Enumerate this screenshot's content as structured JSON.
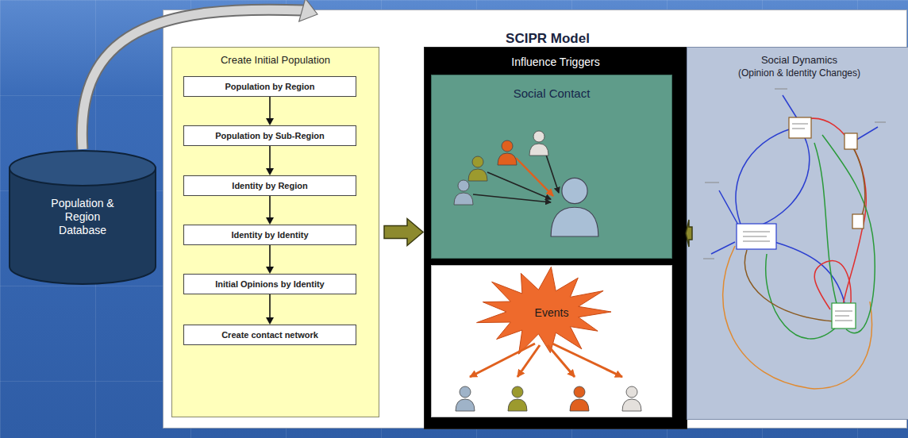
{
  "diagram": {
    "nodes": [
      {
        "text": [
          "Population & Region Database"
        ]
      },
      {
        "text": [
          "SCIPR Model"
        ]
      },
      {
        "text": [
          "Create Initial Population"
        ],
        "in": 1
      },
      {
        "text": [
          "Population by Region"
        ],
        "in": 2
      },
      {
        "text": [
          "Population by Sub-Region"
        ],
        "in": 2
      },
      {
        "text": [
          "Identity by Region"
        ],
        "in": 2
      },
      {
        "text": [
          "Identity by Identity"
        ],
        "in": 2
      },
      {
        "text": [
          "Initial Opinions by Identity"
        ],
        "in": 2
      },
      {
        "text": [
          "Create contact network"
        ],
        "in": 2
      },
      {
        "text": [
          "Influence Triggers"
        ],
        "in": 1
      },
      {
        "text": [
          "Social Contact"
        ],
        "in": 9
      },
      {
        "text": [
          "Events"
        ],
        "in": 9
      },
      {
        "text": [
          "Social Dynamics",
          "(Opinion & Identity Changes)"
        ],
        "in": 1
      }
    ],
    "edges": [
      {
        "from": 0,
        "to": 1,
        "arrow": "to"
      },
      {
        "from": 3,
        "to": 4,
        "arrow": "to"
      },
      {
        "from": 4,
        "to": 5,
        "arrow": "to"
      },
      {
        "from": 5,
        "to": 6,
        "arrow": "to"
      },
      {
        "from": 6,
        "to": 7,
        "arrow": "to"
      },
      {
        "from": 7,
        "to": 8,
        "arrow": "to"
      },
      {
        "from": 2,
        "to": 9,
        "arrow": "to"
      },
      {
        "from": 9,
        "to": 12,
        "arrow": "to"
      }
    ]
  }
}
